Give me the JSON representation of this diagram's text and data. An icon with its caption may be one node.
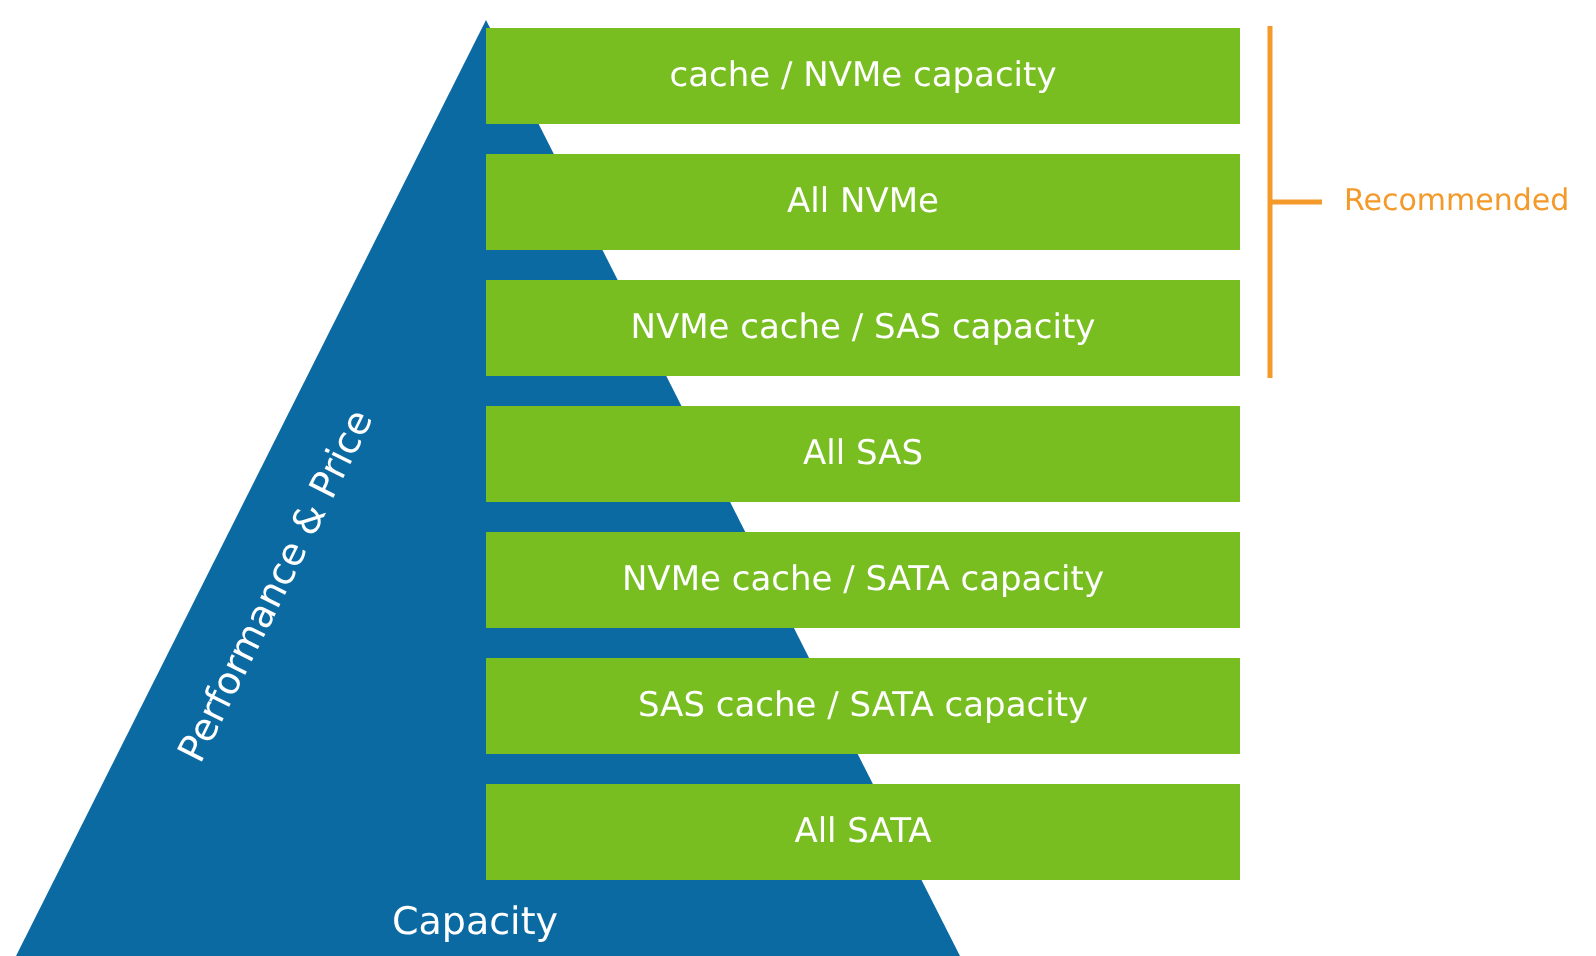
{
  "diagram": {
    "nodes": [
      {
        "text": [
          "Performance & Price",
          "Capacity"
        ]
      },
      {
        "text": [
          "cache / NVMe capacity"
        ]
      },
      {
        "text": [
          "All NVMe"
        ]
      },
      {
        "text": [
          "NVMe cache / SAS capacity"
        ]
      },
      {
        "text": [
          "All SAS"
        ]
      },
      {
        "text": [
          "NVMe cache / SATA capacity"
        ]
      },
      {
        "text": [
          "SAS cache / SATA capacity"
        ]
      },
      {
        "text": [
          "All SATA"
        ]
      }
    ],
    "edges": [],
    "labels": [
      "Recommended"
    ]
  }
}
